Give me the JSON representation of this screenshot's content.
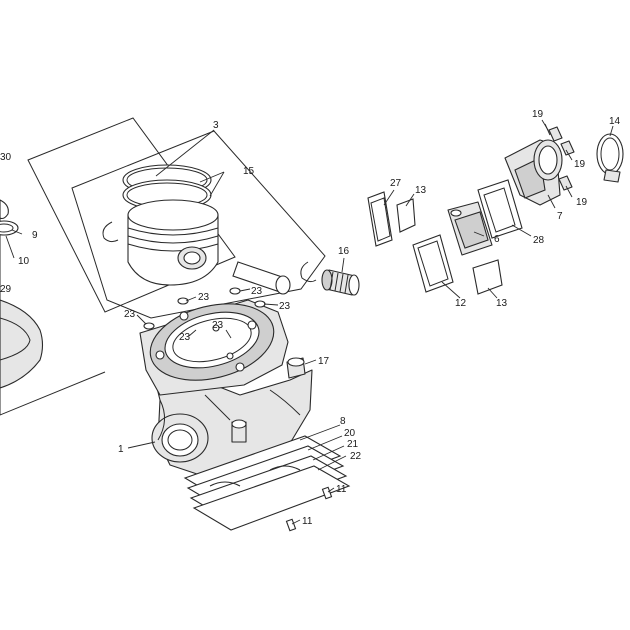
{
  "callouts": [
    {
      "id": "c30",
      "text": "30"
    },
    {
      "id": "c3",
      "text": "3"
    },
    {
      "id": "c15",
      "text": "15"
    },
    {
      "id": "c9",
      "text": "9"
    },
    {
      "id": "c10",
      "text": "10"
    },
    {
      "id": "c29",
      "text": "29"
    },
    {
      "id": "c16",
      "text": "16"
    },
    {
      "id": "c23a",
      "text": "23"
    },
    {
      "id": "c23b",
      "text": "23"
    },
    {
      "id": "c23c",
      "text": "23"
    },
    {
      "id": "c23d",
      "text": "23"
    },
    {
      "id": "c23e",
      "text": "23"
    },
    {
      "id": "c23f",
      "text": "23"
    },
    {
      "id": "c17",
      "text": "17"
    },
    {
      "id": "c1",
      "text": "1"
    },
    {
      "id": "c8",
      "text": "8"
    },
    {
      "id": "c20",
      "text": "20"
    },
    {
      "id": "c21",
      "text": "21"
    },
    {
      "id": "c22",
      "text": "22"
    },
    {
      "id": "c11a",
      "text": "11"
    },
    {
      "id": "c11b",
      "text": "11"
    },
    {
      "id": "c19a",
      "text": "19"
    },
    {
      "id": "c19b",
      "text": "19"
    },
    {
      "id": "c19c",
      "text": "19"
    },
    {
      "id": "c14",
      "text": "14"
    },
    {
      "id": "c27",
      "text": "27"
    },
    {
      "id": "c13a",
      "text": "13"
    },
    {
      "id": "c13b",
      "text": "13"
    },
    {
      "id": "c7",
      "text": "7"
    },
    {
      "id": "c6",
      "text": "6"
    },
    {
      "id": "c28",
      "text": "28"
    },
    {
      "id": "c12",
      "text": "12"
    }
  ]
}
